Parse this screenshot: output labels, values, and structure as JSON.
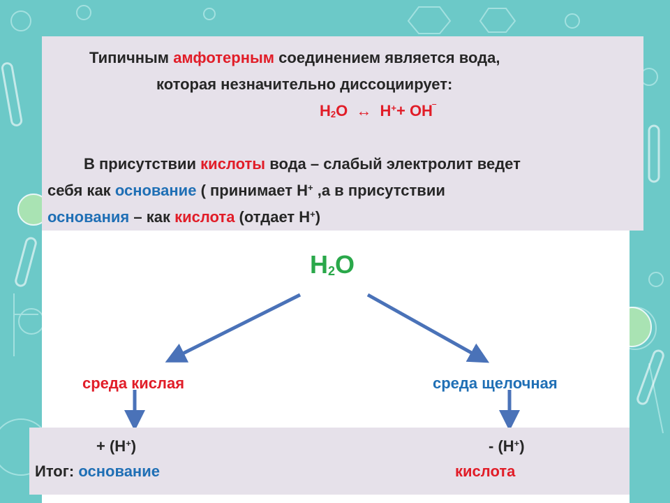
{
  "colors": {
    "accent_red": "#e11d28",
    "accent_blue": "#1f6fb5",
    "accent_green": "#2aa84a",
    "background": "#6cc9c8"
  },
  "intro": {
    "line1_pre": "Типичным ",
    "line1_red": "амфотерным",
    "line1_post": " соединением является вода,",
    "line2": "которая незначительно диссоциирует:"
  },
  "equation": {
    "h": "H",
    "h_sub": "2",
    "o": "O",
    "arrow": "↔",
    "h2": "H",
    "plus_sup": "+",
    "plus": "+ OH",
    "minus_sup": "‾"
  },
  "explain": {
    "l1_pre": "В присутствии ",
    "l1_red": "кислоты",
    "l1_post": " вода – слабый электролит ведет",
    "l2_pre": "себя как ",
    "l2_blue": "основание",
    "l2_post_a": " ( принимает Н",
    "l2_sup": "+",
    "l2_post_b": " ,а в присутствии",
    "l3_blue": "основания",
    "l3_mid": " – как ",
    "l3_red": "кислота",
    "l3_post_a": " (отдает Н",
    "l3_sup": "+",
    "l3_post_b": ")"
  },
  "center": {
    "h": "H",
    "sub": "2",
    "o": "O"
  },
  "left_branch": {
    "label": "среда кислая",
    "change_a": "+ (H",
    "change_sup": "+",
    "change_b": ")"
  },
  "right_branch": {
    "label": "среда щелочная",
    "change_a": "- (H",
    "change_sup": "+",
    "change_b": ")"
  },
  "result": {
    "label": "Итог: ",
    "left_value": "основание",
    "right_value": "кислота"
  }
}
